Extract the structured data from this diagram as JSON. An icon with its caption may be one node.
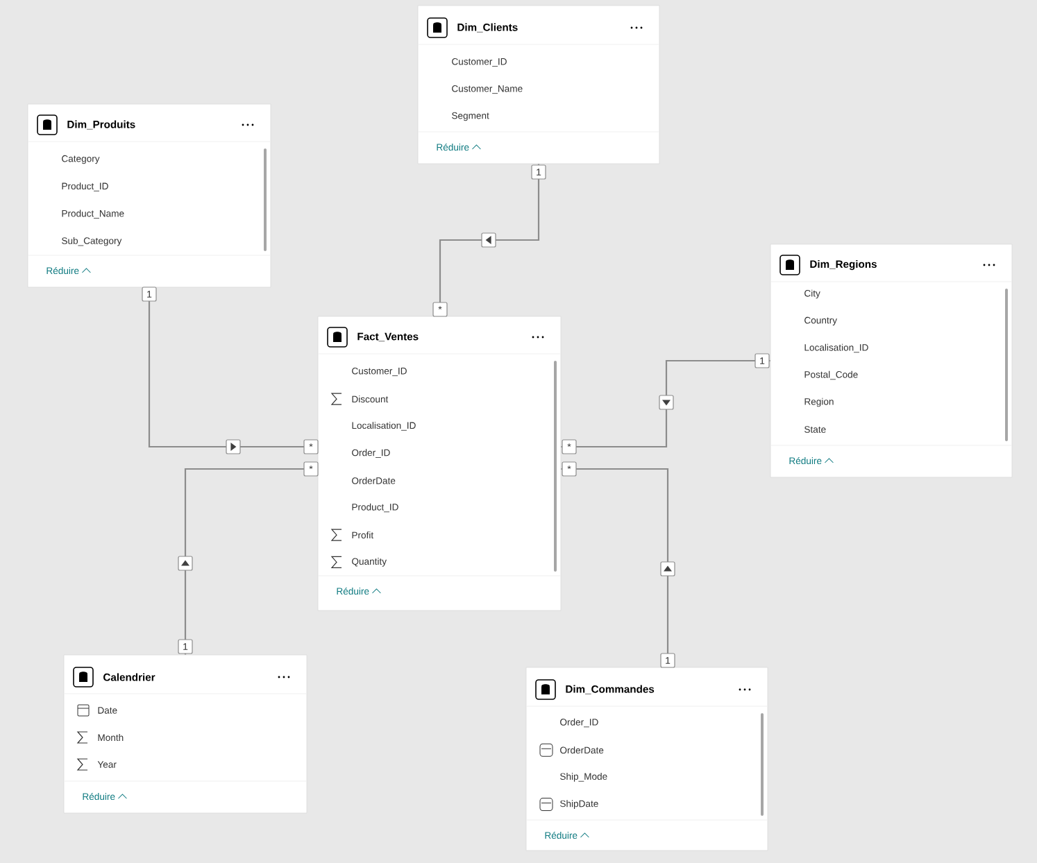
{
  "diagram": {
    "nodes": [
      {
        "text": [
          "Dim_Clients",
          "Customer_ID",
          "Customer_Name",
          "Segment",
          "Réduire"
        ]
      },
      {
        "text": [
          "Dim_Produits",
          "Category",
          "Product_ID",
          "Product_Name",
          "Sub_Category",
          "Réduire"
        ]
      },
      {
        "text": [
          "Dim_Regions",
          "City",
          "Country",
          "Localisation_ID",
          "Postal_Code",
          "Region",
          "State",
          "Réduire"
        ]
      },
      {
        "text": [
          "Fact_Ventes",
          "Customer_ID",
          "Discount",
          "Localisation_ID",
          "Order_ID",
          "OrderDate",
          "Product_ID",
          "Profit",
          "Quantity",
          "Réduire"
        ]
      },
      {
        "text": [
          "Calendrier",
          "Date",
          "Month",
          "Year",
          "Réduire"
        ]
      },
      {
        "text": [
          "Dim_Commandes",
          "Order_ID",
          "OrderDate",
          "Ship_Mode",
          "ShipDate",
          "Réduire"
        ]
      }
    ],
    "edges": [
      {
        "from": 0,
        "to": 3,
        "arrow": "to"
      },
      {
        "from": 1,
        "to": 3,
        "arrow": "to"
      },
      {
        "from": 2,
        "to": 3,
        "arrow": "to"
      },
      {
        "from": 4,
        "to": 3,
        "arrow": "to"
      },
      {
        "from": 5,
        "to": 3,
        "arrow": "to"
      }
    ],
    "labels": [
      "1",
      "1",
      "*",
      "1",
      "*",
      "*",
      "*",
      "*",
      "1",
      "1"
    ]
  }
}
